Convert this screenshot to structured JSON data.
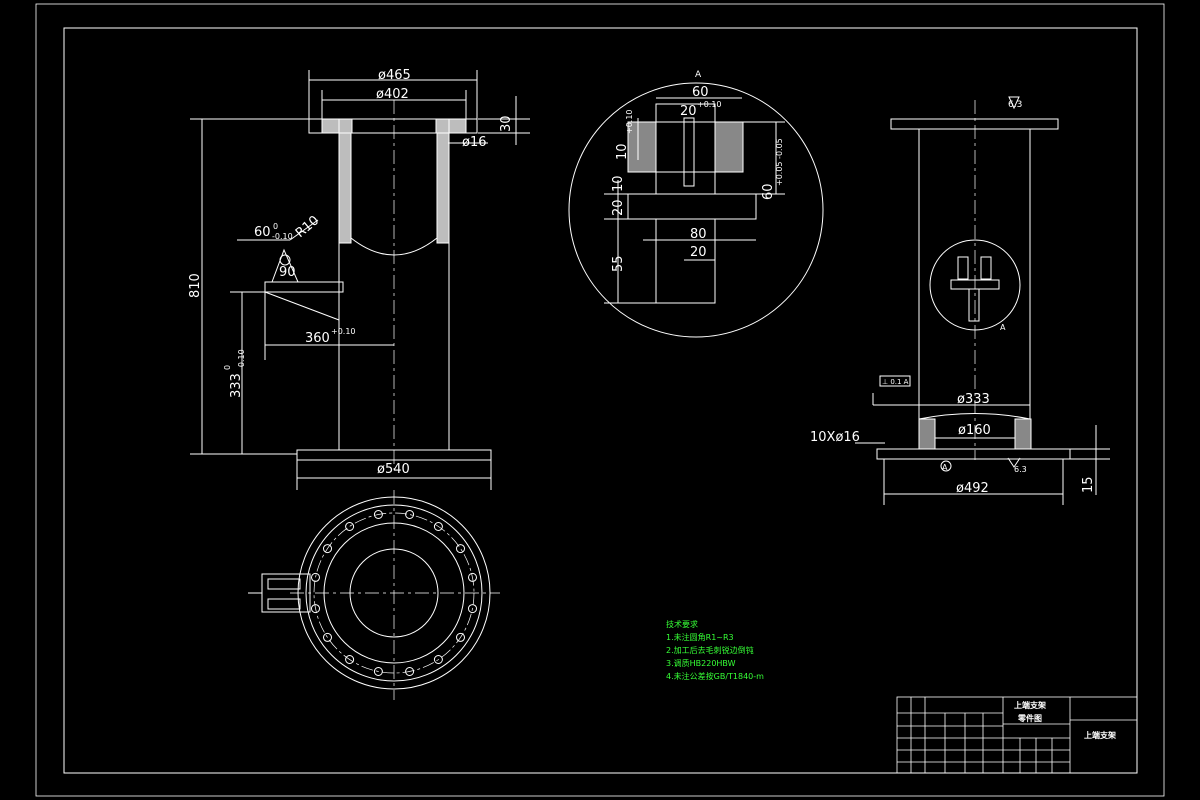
{
  "colors": {
    "background": "#000000",
    "lines": "#ffffff",
    "notes": "#36ff36",
    "hatch": "#cfcfcf"
  },
  "front_view": {
    "dim_outer_flange": "ø465",
    "dim_bore": "ø402",
    "dim_top_thickness": "30",
    "dim_bolt_hole": "ø16",
    "dim_total_height": "810",
    "dim_lug_width": "60",
    "dim_lug_tol": "0",
    "dim_lug_tol2": "-0.10",
    "dim_radius": "R10",
    "dim_lug_90": "90",
    "dim_lug_offset": "360",
    "dim_lug_offset_tol": "+0.10",
    "dim_lug_height": "333",
    "dim_lug_height_tol": "0",
    "dim_lug_height_tol2": "-0.10",
    "dim_base": "ø540"
  },
  "detail_view": {
    "label": "A",
    "dim_60": "60",
    "dim_20": "20",
    "dim_20_tol": "+0.10",
    "dim_10": "10",
    "dim_10_tol": "+0.10",
    "dim_60_right": "60",
    "dim_60_right_tol": "+0.05 -0.05",
    "dim_20_left": "20",
    "dim_10_left": "10",
    "dim_80": "80",
    "dim_20_bottom": "20",
    "dim_55": "55"
  },
  "side_view": {
    "roughness_top": "6.3",
    "detail_marker": "A",
    "tolerance_frame": "⊥ 0.1 A",
    "dim_333": "ø333",
    "dim_holes": "10Xø16",
    "dim_160": "ø160",
    "datum": "A",
    "roughness_bottom": "6.3",
    "dim_492": "ø492",
    "dim_15": "15"
  },
  "notes": {
    "title": "技术要求",
    "items": [
      "1.未注圆角R1~R3",
      "2.加工后去毛刺锐边倒钝",
      "3.调质HB220HBW",
      "4.未注公差按GB/T1840-m"
    ]
  },
  "title_block": {
    "part_name_line1": "上端支架",
    "part_name_line2": "零件图",
    "drawing_name": "上端支架"
  }
}
